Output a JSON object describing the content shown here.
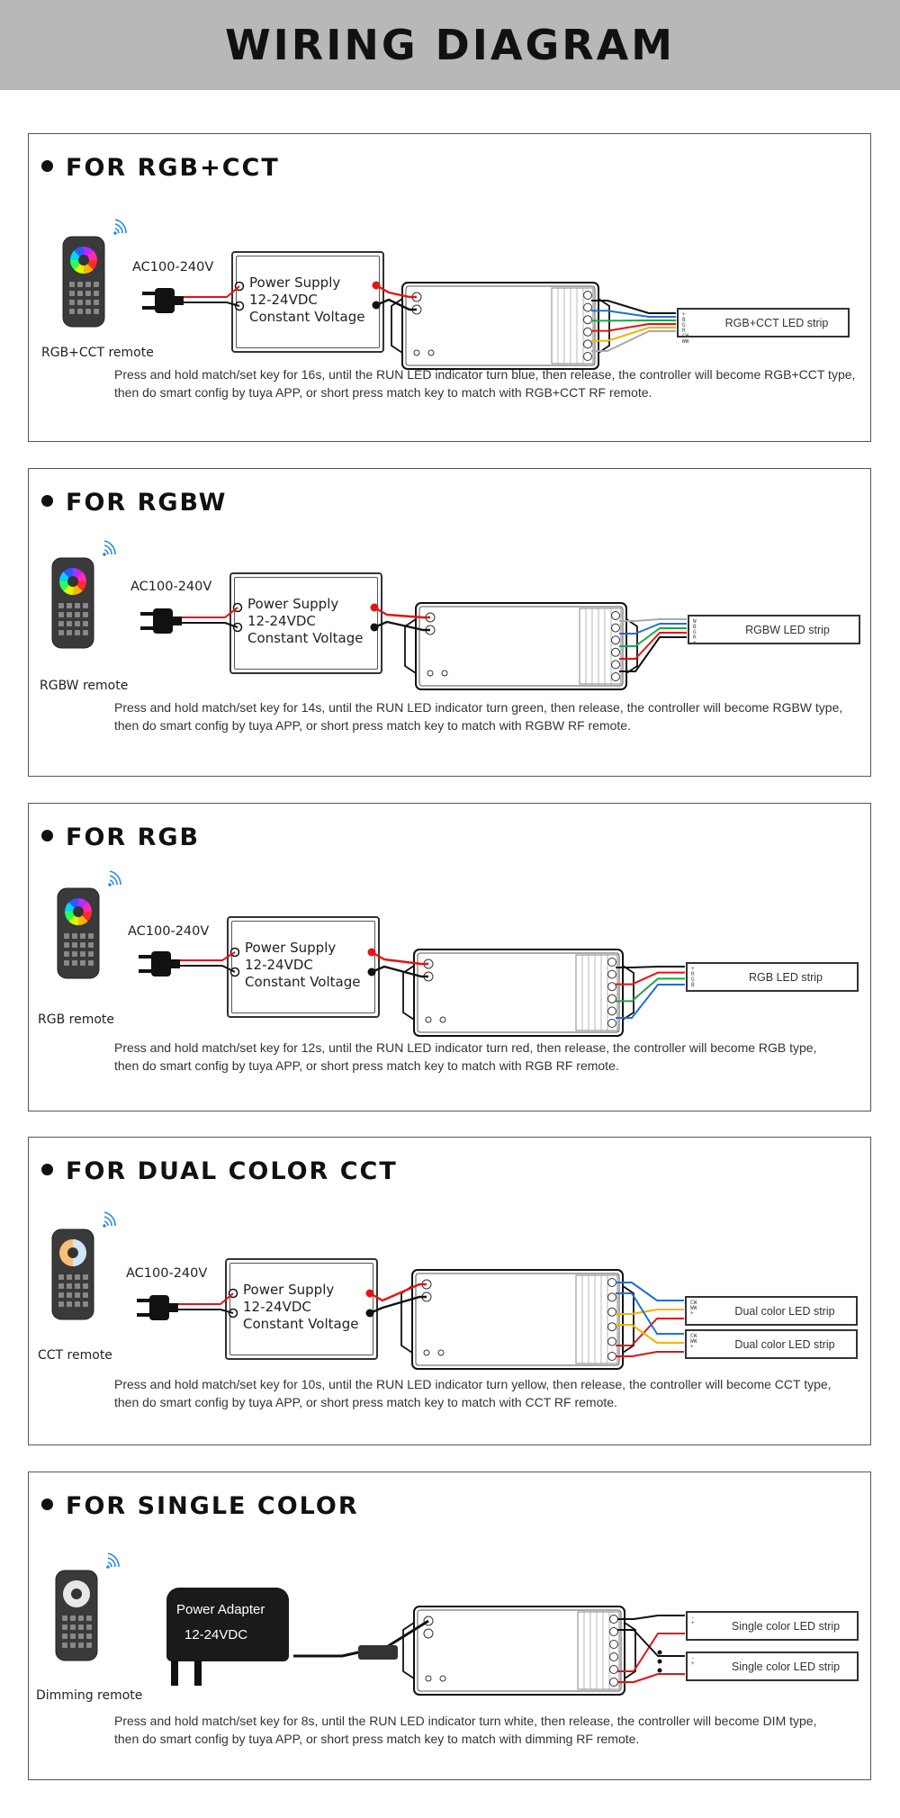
{
  "title": "WIRING DIAGRAM",
  "common": {
    "ac_label": "AC100-240V",
    "ps_line1": "Power Supply",
    "ps_line2": "12-24VDC",
    "ps_line3": "Constant Voltage"
  },
  "sections": [
    {
      "heading": "FOR RGB+CCT",
      "remote_label": "RGB+CCT remote",
      "remote_color": "rgb",
      "strip_labels": [
        "RGB+CCT LED strip"
      ],
      "strip_pins": "+\nB\nG\nR\nCW\nWW",
      "desc_line1": "Press and hold match/set key for 16s, until the RUN LED indicator turn blue, then release, the controller will become RGB+CCT type,",
      "desc_line2": "then do smart config by tuya APP, or short press match key to match with RGB+CCT RF remote."
    },
    {
      "heading": "FOR RGBW",
      "remote_label": "RGBW remote",
      "remote_color": "rgb",
      "strip_labels": [
        "RGBW LED strip"
      ],
      "strip_pins": "W\nB\nG\nR\n+",
      "desc_line1": "Press and hold match/set key for 14s, until the RUN LED indicator turn green, then release, the controller will become RGBW type,",
      "desc_line2": "then do smart config by tuya APP, or short press match key to match with RGBW RF remote."
    },
    {
      "heading": "FOR RGB",
      "remote_label": "RGB remote",
      "remote_color": "rgb",
      "strip_labels": [
        "RGB LED strip"
      ],
      "strip_pins": "+\nR\nG\nB",
      "desc_line1": "Press and hold match/set key for 12s, until the RUN LED indicator turn red, then release, the controller will become RGB type,",
      "desc_line2": "then do smart config by tuya APP, or short press match key to match with RGB RF remote."
    },
    {
      "heading": "FOR DUAL COLOR CCT",
      "remote_label": "CCT remote",
      "remote_color": "cct",
      "strip_labels": [
        "Dual color LED strip",
        "Dual color LED strip"
      ],
      "strip_pins": "CW\nWW\n+",
      "desc_line1": "Press and hold match/set key for 10s, until the RUN LED indicator turn yellow, then release, the controller will become CCT type,",
      "desc_line2": "then do smart config by tuya APP, or short press match key to match with CCT RF remote."
    },
    {
      "heading": "FOR SINGLE COLOR",
      "remote_label": "Dimming remote",
      "remote_color": "dim",
      "adapter_line1": "Power Adapter",
      "adapter_line2": "12-24VDC",
      "strip_labels": [
        "Single color LED strip",
        "Single color LED strip"
      ],
      "strip_pins": "-\n+",
      "desc_line1": "Press and hold match/set key for 8s, until the RUN LED indicator turn white, then release, the controller will become DIM type,",
      "desc_line2": "then do smart config by tuya APP, or short press match key to match with dimming RF remote."
    }
  ]
}
